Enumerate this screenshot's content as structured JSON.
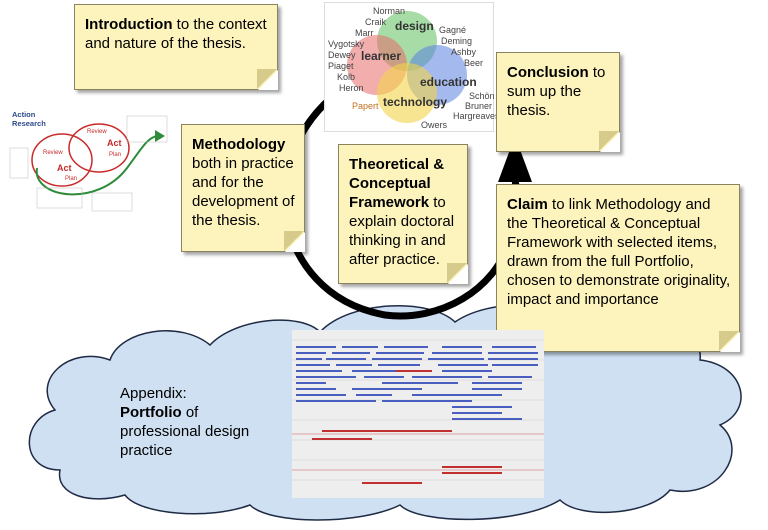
{
  "notes": {
    "introduction": {
      "bold": "Introduction",
      "text": " to the context and nature of the thesis."
    },
    "methodology": {
      "bold": "Methodology",
      "text": " both in practice and for the development of the thesis."
    },
    "theoretical": {
      "bold": "Theoretical & Conceptual Framework",
      "text": " to explain doctoral thinking in and after practice."
    },
    "conclusion": {
      "bold": "Conclusion",
      "text": " to sum up the thesis."
    },
    "claim": {
      "bold": "Claim",
      "text": " to link Methodology and the Theoretical & Conceptual Framework with selected items, drawn from the full Portfolio, chosen to demonstrate originality, impact and importance"
    }
  },
  "cloud": {
    "line1": "Appendix:",
    "bold": "Portfolio",
    "rest": " of professional design practice"
  },
  "venn": {
    "sets": [
      "design",
      "learner",
      "education",
      "technology"
    ],
    "people": [
      "Norman",
      "Craik",
      "Marr",
      "Vygotsky",
      "Dewey",
      "Piaget",
      "Kolb",
      "Heron",
      "Papert",
      "Gagné",
      "Deming",
      "Ashby",
      "Beer",
      "Schön",
      "Bruner",
      "Hargreaves",
      "Owers"
    ]
  },
  "action_research": {
    "title": "Action Research",
    "labels": [
      "Review",
      "Act",
      "Plan",
      "Review",
      "Act",
      "Plan"
    ]
  },
  "colors": {
    "note_fill": "#fdf3bd",
    "cloud_fill": "#cfe0f3",
    "arrow": "#000000"
  }
}
